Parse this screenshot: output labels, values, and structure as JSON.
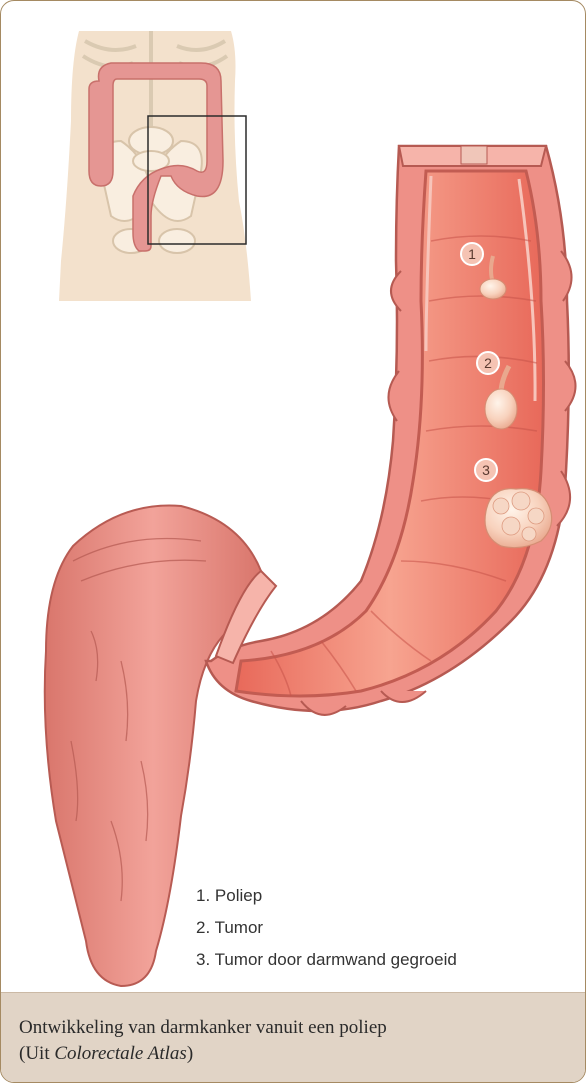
{
  "colors": {
    "border": "#a58a62",
    "caption_bg": "#e1d4c6",
    "colon": "#e88a80",
    "colon_inner": "#f07868",
    "skin": "#f3e1cc"
  },
  "icons": {
    "badge": "numbered-circle-marker",
    "inset": "torso-overview-with-highlight-box"
  },
  "markers": [
    "1",
    "2",
    "3"
  ],
  "legend": {
    "items": [
      "1. Poliep",
      "2. Tumor",
      "3. Tumor door darmwand gegroeid"
    ]
  },
  "caption": {
    "line1": "Ontwikkeling van darmkanker vanuit een poliep",
    "line2_prefix": "(Uit ",
    "line2_italic": "Colorectale Atlas",
    "line2_suffix": ")"
  }
}
